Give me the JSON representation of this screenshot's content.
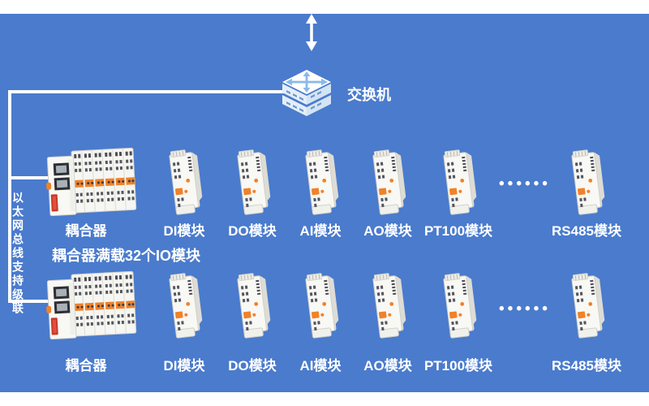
{
  "colors": {
    "background": "#4a7bcd",
    "strip": "#ffffff",
    "line": "#ffffff",
    "accent_orange": "#f08229",
    "switch_face": "#d3e4f4"
  },
  "switch": {
    "label": "交换机"
  },
  "bus_label": "以太网总线支持级联",
  "caption": "耦合器满载32个IO模块",
  "ellipsis": "••••••",
  "rows": [
    {
      "coupler_label": "耦合器",
      "modules": [
        "DI模块",
        "DO模块",
        "AI模块",
        "AO模块",
        "PT100模块",
        "RS485模块"
      ]
    },
    {
      "coupler_label": "耦合器",
      "modules": [
        "DI模块",
        "DO模块",
        "AI模块",
        "AO模块",
        "PT100模块",
        "RS485模块"
      ]
    }
  ]
}
